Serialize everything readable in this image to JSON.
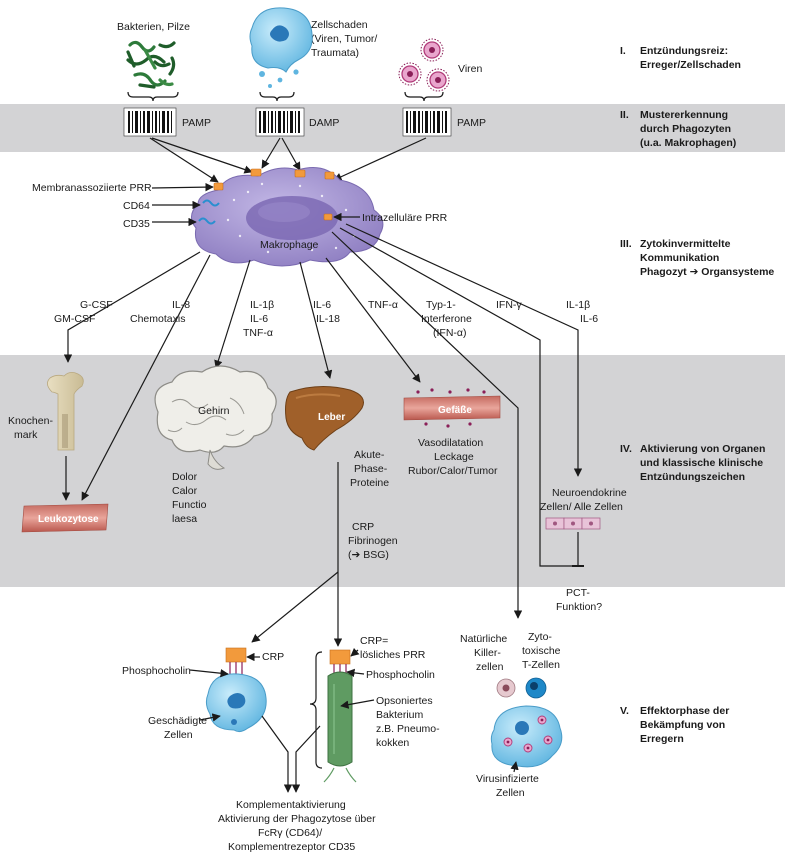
{
  "stages": {
    "s1": [
      "I.",
      "Entzündungsreiz:",
      "Erreger/Zellschaden"
    ],
    "s2": [
      "II.",
      "Mustererkennung",
      "durch Phagozyten",
      "(u.a. Makrophagen)"
    ],
    "s3": [
      "III.",
      "Zytokinvermittelte",
      "Kommunikation",
      "Phagozyt ➔ Organsysteme"
    ],
    "s4": [
      "IV.",
      "Aktivierung von Organen",
      "und klassische klinische",
      "Entzündungszeichen"
    ],
    "s5": [
      "V.",
      "Effektorphase der",
      "Bekämpfung von",
      "Erregern"
    ]
  },
  "triggers": {
    "bacteria": "Bakterien, Pilze",
    "damage": [
      "Zellschaden",
      "(Viren, Tumor/",
      "Traumata)"
    ],
    "viruses": "Viren"
  },
  "barcodes": {
    "pamp_left": "PAMP",
    "damp": "DAMP",
    "pamp_right": "PAMP"
  },
  "macrophage": {
    "name": "Makrophage",
    "membrane_prr": "Membranassoziierte PRR",
    "cd64": "CD64",
    "cd35": "CD35",
    "intracellular_prr": "Intrazelluläre PRR"
  },
  "cytokines": {
    "c1": [
      "G-CSF",
      "GM-CSF"
    ],
    "c2": [
      "IL-8",
      "Chemotaxis"
    ],
    "c3": [
      "IL-1β",
      "IL-6",
      "TNF-α"
    ],
    "c4": [
      "IL-6",
      "IL-18"
    ],
    "c5": "TNF-α",
    "c6": [
      "Typ-1-",
      "Interferone",
      "(IFN-α)"
    ],
    "c7": "IFN-γ",
    "c8": [
      "IL-1β",
      "IL-6"
    ]
  },
  "organs": {
    "marrow": [
      "Knochen-",
      "mark"
    ],
    "leukocytosis": "Leukozytose",
    "brain": "Gehirn",
    "brain_signs": [
      "Dolor",
      "Calor",
      "Functio",
      "laesa"
    ],
    "liver": "Leber",
    "acute_phase": [
      "Akute-",
      "Phase-",
      "Proteine"
    ],
    "crp": [
      "CRP",
      "Fibrinogen",
      "(➔ BSG)"
    ],
    "vessels": "Gefäße",
    "vessel_signs": [
      "Vasodilatation",
      "Leckage",
      "Rubor/Calor/Tumor"
    ],
    "neuroendocrine": [
      "Neuroendokrine",
      "Zellen/ Alle Zellen"
    ],
    "pct": [
      "PCT-",
      "Funktion?"
    ]
  },
  "effector": {
    "crp_left": "CRP",
    "phosphocholin_left": "Phosphocholin",
    "damaged": [
      "Geschädigte",
      "Zellen"
    ],
    "crp_right": [
      "CRP=",
      "lösliches PRR"
    ],
    "phosphocholin_right": "Phosphocholin",
    "bacterium": [
      "Opsoniertes",
      "Bakterium",
      "z.B. Pneumo-",
      "kokken"
    ],
    "complement": [
      "Komplementaktivierung",
      "Aktivierung der Phagozytose über",
      "FcRγ (CD64)/",
      "Komplementrezeptor CD35"
    ],
    "nk": [
      "Natürliche",
      "Killer-",
      "zellen"
    ],
    "tcell": [
      "Zyto-",
      "toxische",
      "T-Zellen"
    ],
    "infected": [
      "Virusinfizierte",
      "Zellen"
    ]
  },
  "colors": {
    "band": "#d3d3d5",
    "macrophage": "#a99bd1",
    "nucleus": "#7c6ab4",
    "receptor": "#f29a3c",
    "cell_blue": "#7fc8ea",
    "vessel": "#d98a82",
    "liver": "#a0602a",
    "bacterium": "#5f9b62"
  }
}
